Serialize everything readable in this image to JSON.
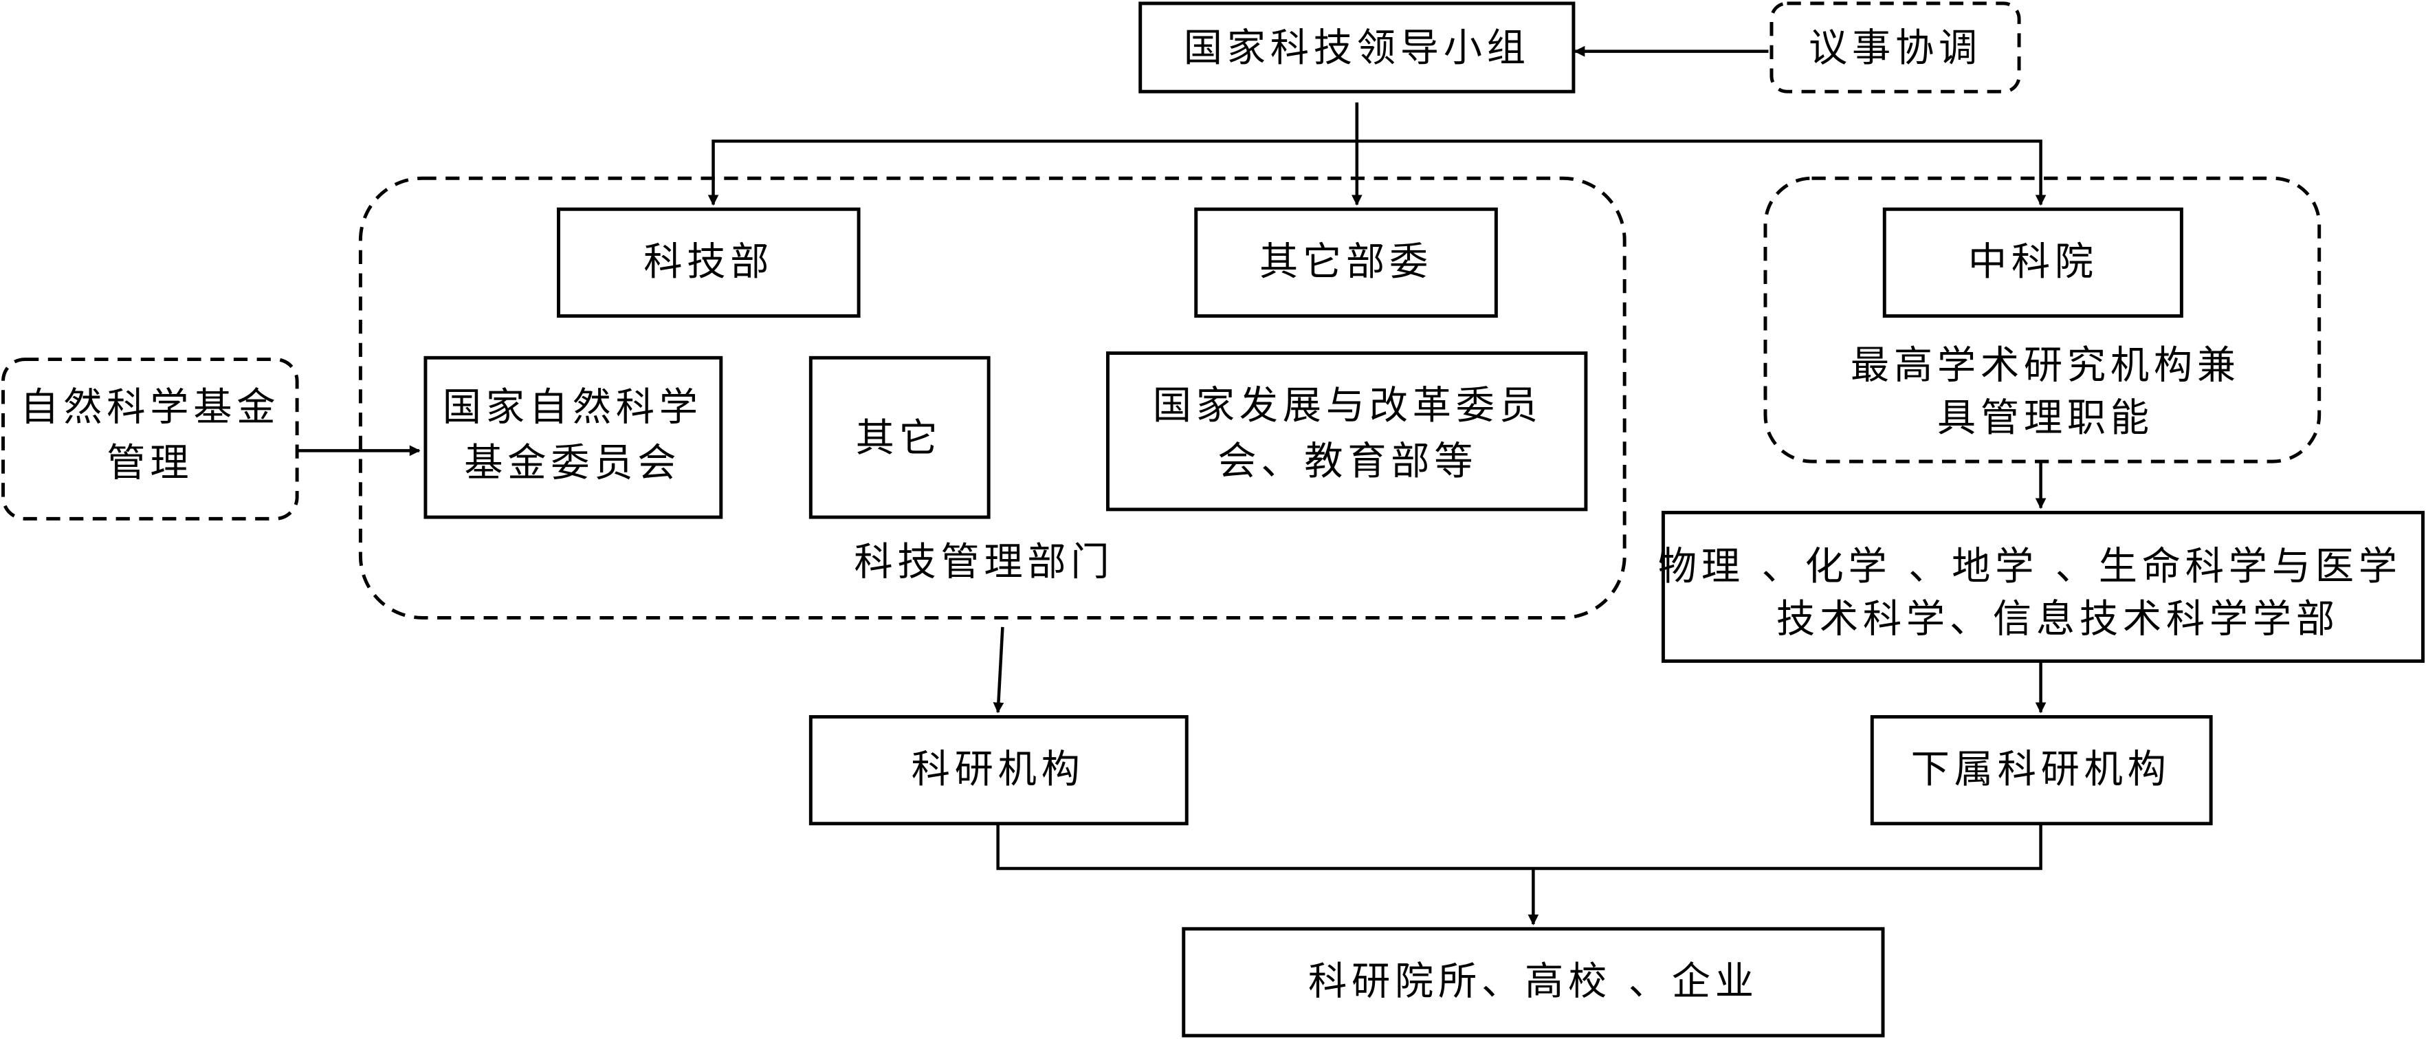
{
  "nodes": {
    "leading_group": "国家科技领导小组",
    "coordination": "议事协调",
    "most": "科技部",
    "other_ministries": "其它部委",
    "cas": "中科院",
    "nsf_management": [
      "自然科学基金",
      "管理"
    ],
    "nsfc": [
      "国家自然科学",
      "基金委员会"
    ],
    "others": "其它",
    "ndrc_moe": [
      "国家发展与改革委员",
      "会、教育部等"
    ],
    "st_management_dept": "科技管理部门",
    "cas_role": [
      "最高学术研究机构兼",
      "具管理职能"
    ],
    "cas_divisions": [
      "物理 、化学 、地学 、生命科学与医学",
      "技术科学、信息技术科学学部"
    ],
    "research_institutes": "科研机构",
    "affiliated_institutes": "下属科研机构",
    "final": "科研院所、高校 、企业"
  }
}
